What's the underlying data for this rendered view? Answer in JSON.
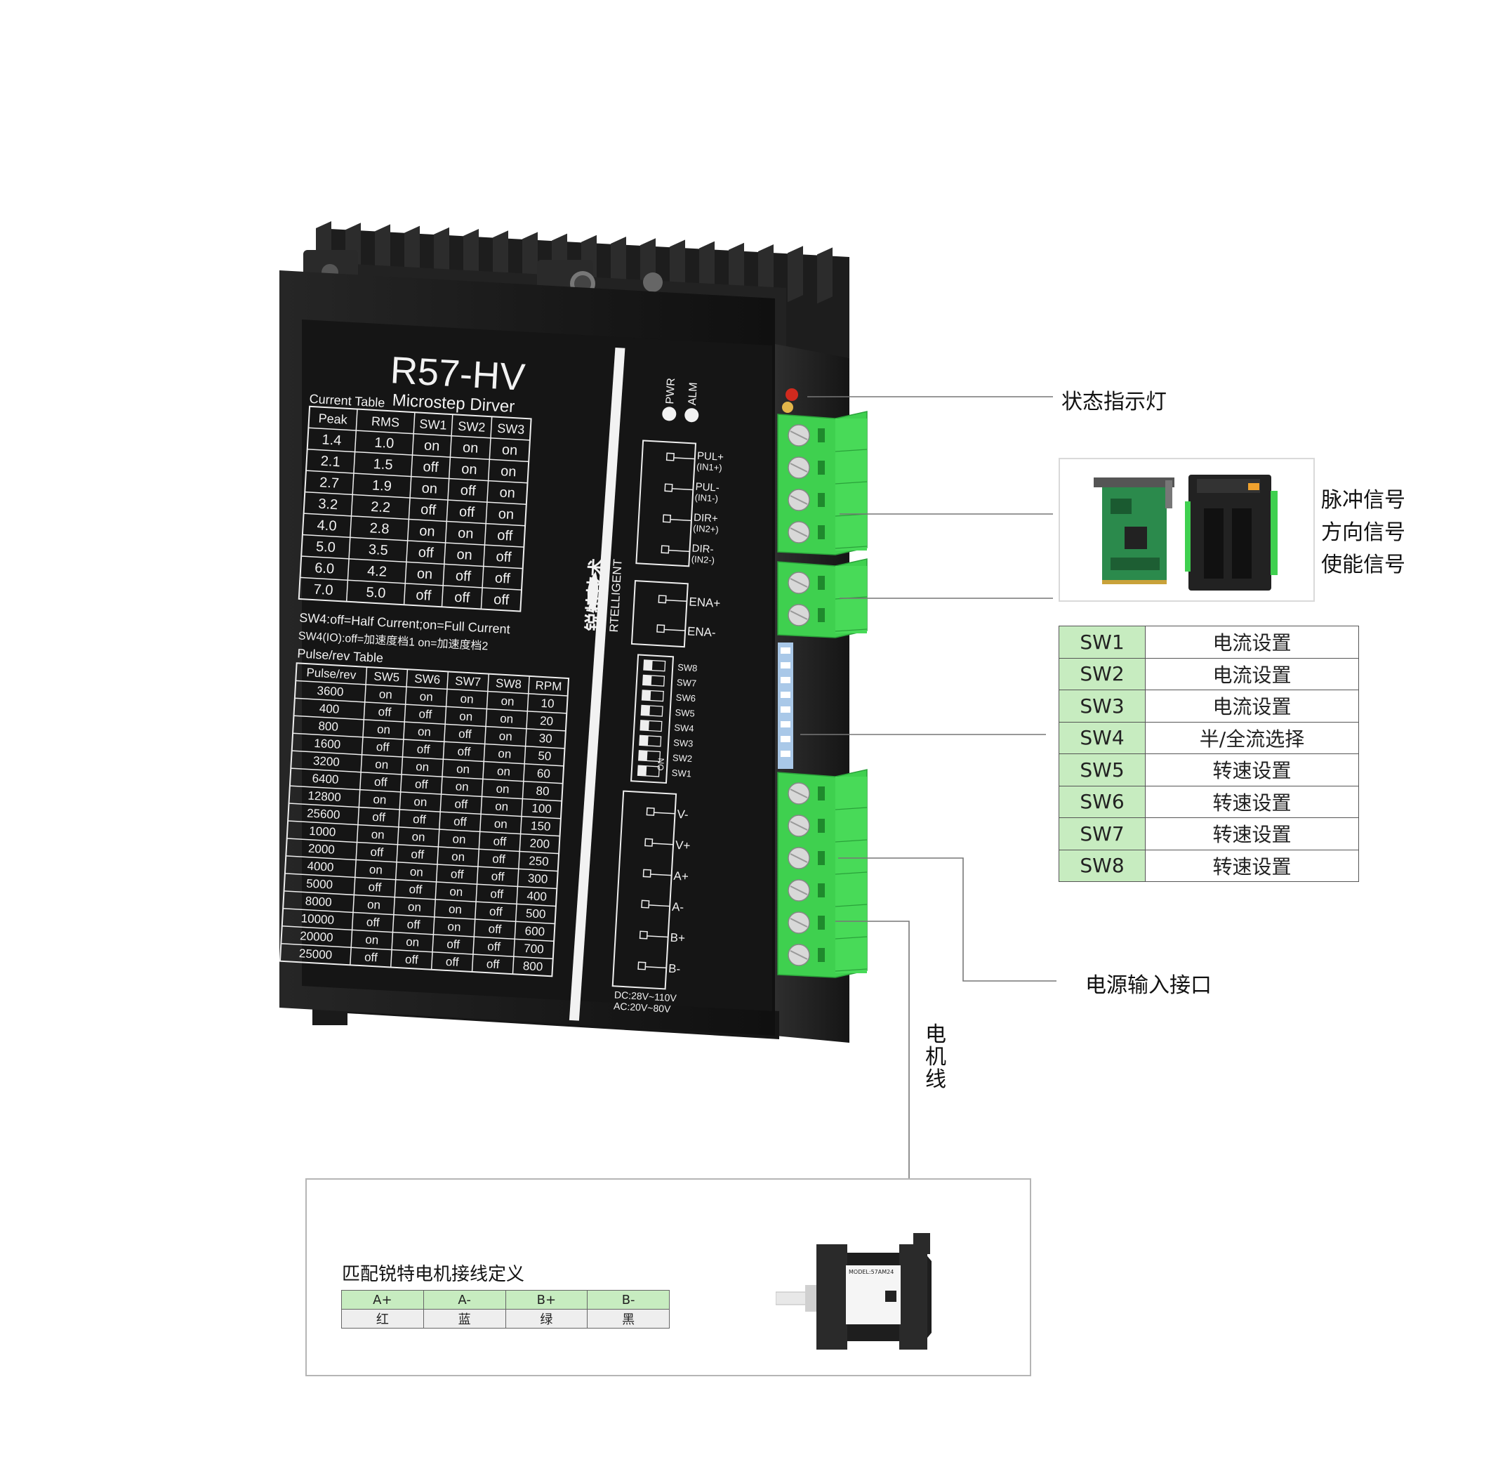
{
  "driver": {
    "model": "R57-HV",
    "subtitle": "Microstep Dirver",
    "brand_cn": "锐特技术",
    "brand_en": "RTELLIGENT",
    "current_table": {
      "title": "Current Table",
      "headers": [
        "Peak",
        "RMS",
        "SW1",
        "SW2",
        "SW3"
      ],
      "rows": [
        [
          "1.4",
          "1.0",
          "on",
          "on",
          "on"
        ],
        [
          "2.1",
          "1.5",
          "off",
          "on",
          "on"
        ],
        [
          "2.7",
          "1.9",
          "on",
          "off",
          "on"
        ],
        [
          "3.2",
          "2.2",
          "off",
          "off",
          "on"
        ],
        [
          "4.0",
          "2.8",
          "on",
          "on",
          "off"
        ],
        [
          "5.0",
          "3.5",
          "off",
          "on",
          "off"
        ],
        [
          "6.0",
          "4.2",
          "on",
          "off",
          "off"
        ],
        [
          "7.0",
          "5.0",
          "off",
          "off",
          "off"
        ]
      ]
    },
    "sw4_note1": "SW4:off=Half Current;on=Full Current",
    "sw4_note2": "SW4(IO):off=加速度档1  on=加速度档2",
    "pulse_table": {
      "title": "Pulse/rev Table",
      "headers": [
        "Pulse/rev",
        "SW5",
        "SW6",
        "SW7",
        "SW8",
        "RPM"
      ],
      "rows": [
        [
          "3600",
          "on",
          "on",
          "on",
          "on",
          "10"
        ],
        [
          "400",
          "off",
          "off",
          "on",
          "on",
          "20"
        ],
        [
          "800",
          "on",
          "on",
          "off",
          "on",
          "30"
        ],
        [
          "1600",
          "off",
          "off",
          "off",
          "on",
          "50"
        ],
        [
          "3200",
          "on",
          "on",
          "on",
          "on",
          "60"
        ],
        [
          "6400",
          "off",
          "off",
          "on",
          "on",
          "80"
        ],
        [
          "12800",
          "on",
          "on",
          "off",
          "on",
          "100"
        ],
        [
          "25600",
          "off",
          "off",
          "off",
          "on",
          "150"
        ],
        [
          "1000",
          "on",
          "on",
          "on",
          "off",
          "200"
        ],
        [
          "2000",
          "off",
          "off",
          "on",
          "off",
          "250"
        ],
        [
          "4000",
          "on",
          "on",
          "off",
          "off",
          "300"
        ],
        [
          "5000",
          "off",
          "off",
          "on",
          "off",
          "400"
        ],
        [
          "8000",
          "on",
          "on",
          "on",
          "off",
          "500"
        ],
        [
          "10000",
          "off",
          "off",
          "on",
          "off",
          "600"
        ],
        [
          "20000",
          "on",
          "on",
          "off",
          "off",
          "700"
        ],
        [
          "25000",
          "off",
          "off",
          "off",
          "off",
          "800"
        ]
      ]
    },
    "leds": [
      "PWR",
      "ALM"
    ],
    "signal_terminals": [
      "PUL+ (IN1+)",
      "PUL- (IN1-)",
      "DIR+ (IN2+)",
      "DIR- (IN2-)"
    ],
    "enable_terminals": [
      "ENA+",
      "ENA-"
    ],
    "dip_labels": [
      "SW8",
      "SW7",
      "SW6",
      "SW5",
      "SW4",
      "SW3",
      "SW2",
      "SW1"
    ],
    "dip_on": "ON",
    "power_terminals": [
      "V-",
      "V+",
      "A+",
      "A-",
      "B+",
      "B-"
    ],
    "power_spec1": "DC:28V~110V",
    "power_spec2": "AC:20V~80V"
  },
  "callouts": {
    "status_led": "状态指示灯",
    "signals": [
      "脉冲信号",
      "方向信号",
      "使能信号"
    ],
    "power_input": "电源输入接口",
    "motor_cable": "电机线"
  },
  "sw_table": [
    {
      "name": "SW1",
      "func": "电流设置"
    },
    {
      "name": "SW2",
      "func": "电流设置"
    },
    {
      "name": "SW3",
      "func": "电流设置"
    },
    {
      "name": "SW4",
      "func": "半/全流选择"
    },
    {
      "name": "SW5",
      "func": "转速设置"
    },
    {
      "name": "SW6",
      "func": "转速设置"
    },
    {
      "name": "SW7",
      "func": "转速设置"
    },
    {
      "name": "SW8",
      "func": "转速设置"
    }
  ],
  "motor": {
    "title": "匹配锐特电机接线定义",
    "wire_headers": [
      "A+",
      "A-",
      "B+",
      "B-"
    ],
    "wire_colors": [
      "红",
      "蓝",
      "绿",
      "黑"
    ],
    "label_model": "MODEL:57AM24"
  },
  "colors": {
    "terminal_green": "#3fd04f",
    "table_green": "#c7ecc0",
    "driver_black": "#1c1c1c"
  }
}
